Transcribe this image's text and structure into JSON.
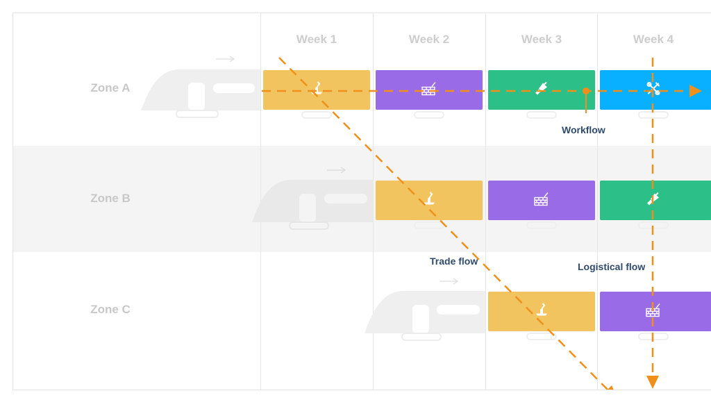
{
  "weeks": [
    "Week 1",
    "Week 2",
    "Week 3",
    "Week 4"
  ],
  "zones": [
    "Zone A",
    "Zone B",
    "Zone C"
  ],
  "labels": {
    "workflow": "Workflow",
    "trade_flow": "Trade flow",
    "logistical_flow": "Logistical flow"
  },
  "colors": {
    "yellow": "#f2c45f",
    "purple": "#9a6be6",
    "green": "#2cbf88",
    "blue": "#08b0ff",
    "arrow": "#f0901a",
    "label": "#2f4a6b"
  },
  "tasks": {
    "zone_a": [
      {
        "week": "Week 1",
        "color": "yellow",
        "icon": "trowel-icon"
      },
      {
        "week": "Week 2",
        "color": "purple",
        "icon": "brick-wall-icon"
      },
      {
        "week": "Week 3",
        "color": "green",
        "icon": "paint-brush-icon"
      },
      {
        "week": "Week 4",
        "color": "blue",
        "icon": "tools-icon"
      }
    ],
    "zone_b": [
      {
        "week": "Week 2",
        "color": "yellow",
        "icon": "trowel-icon"
      },
      {
        "week": "Week 3",
        "color": "purple",
        "icon": "brick-wall-icon"
      },
      {
        "week": "Week 4",
        "color": "green",
        "icon": "paint-brush-icon"
      }
    ],
    "zone_c": [
      {
        "week": "Week 3",
        "color": "yellow",
        "icon": "trowel-icon"
      },
      {
        "week": "Week 4",
        "color": "purple",
        "icon": "brick-wall-icon"
      }
    ]
  }
}
